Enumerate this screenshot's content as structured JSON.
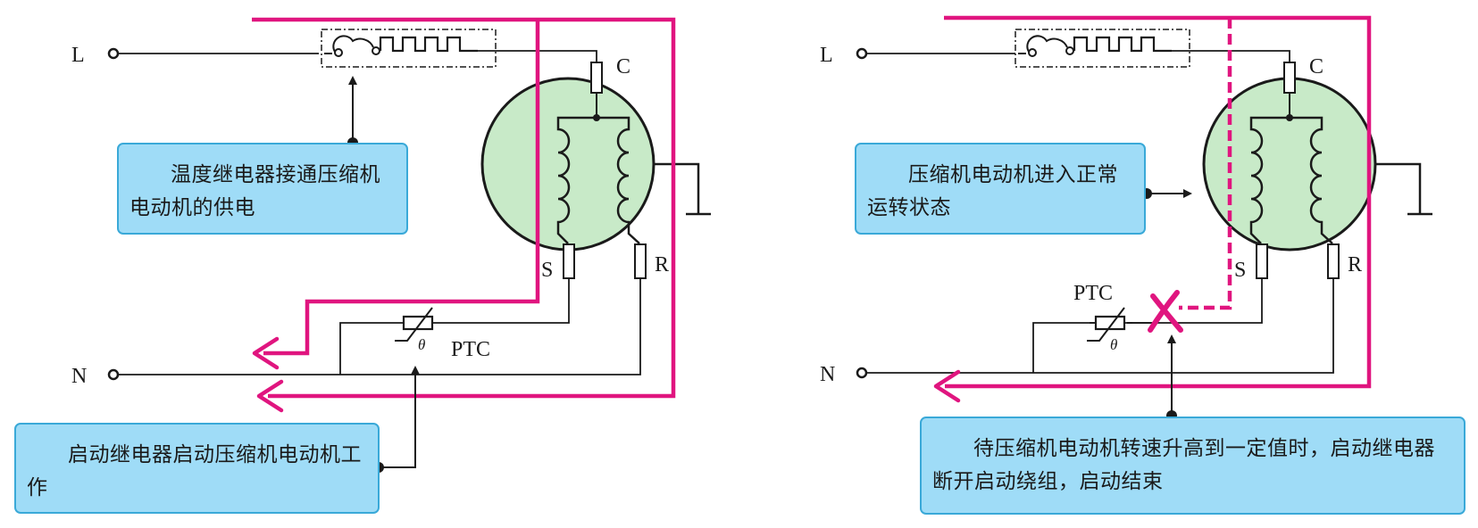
{
  "colors": {
    "accent_magenta": "#e0157f",
    "motor_fill": "#c8eac8",
    "callout_fill": "#9fdcf7",
    "callout_border": "#3aa9d8",
    "wire": "#1a1a1a"
  },
  "left_panel": {
    "terminal_L": "L",
    "terminal_N": "N",
    "terminal_C": "C",
    "terminal_S": "S",
    "terminal_R": "R",
    "ptc_label": "PTC",
    "theta_symbol": "θ",
    "callout_top": "温度继电器接通压缩机电动机的供电",
    "callout_bottom": "启动继电器启动压缩机电动机工作"
  },
  "right_panel": {
    "terminal_L": "L",
    "terminal_N": "N",
    "terminal_C": "C",
    "terminal_S": "S",
    "terminal_R": "R",
    "ptc_label": "PTC",
    "theta_symbol": "θ",
    "callout_top": "压缩机电动机进入正常运转状态",
    "callout_bottom": "待压缩机电动机转速升高到一定值时，启动继电器断开启动绕组，启动结束"
  }
}
